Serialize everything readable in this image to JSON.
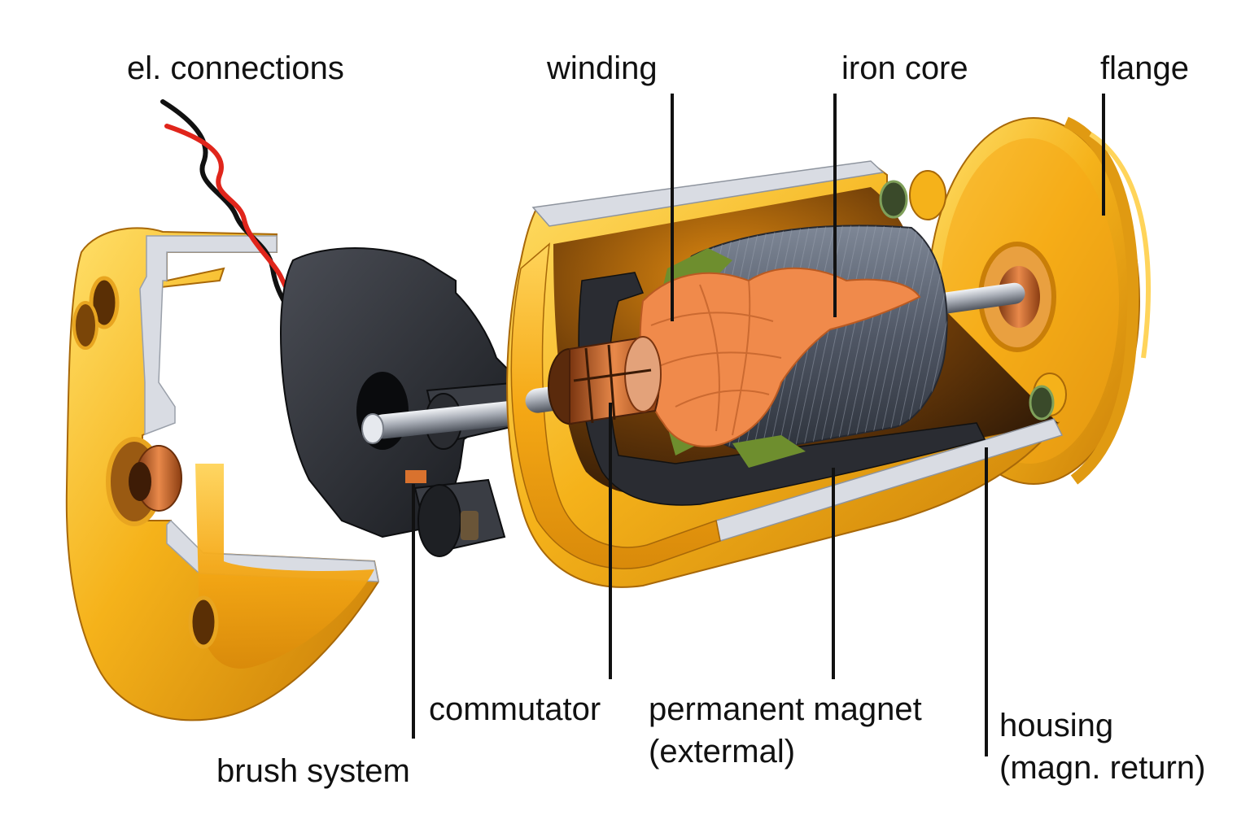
{
  "labels": {
    "el_connections": "el. connections",
    "winding": "winding",
    "iron_core": "iron core",
    "flange": "flange",
    "commutator": "commutator",
    "brush_system": "brush system",
    "permanent_magnet": "permanent magnet",
    "permanent_magnet_sub": "(extermal)",
    "housing": "housing",
    "housing_sub": "(magn. return)"
  },
  "colors": {
    "brass": "#F5B21A",
    "brass_light": "#FFD45A",
    "brass_dark": "#C97E08",
    "cut_face": "#D9DCE3",
    "brush_plastic": "#2B2D33",
    "copper": "#D9722E",
    "winding": "#F08A4B",
    "iron": "#5C6473",
    "shaft": "#C9CDD4",
    "wire_red": "#E0251B",
    "wire_black": "#111111",
    "leader_line": "#111111"
  }
}
